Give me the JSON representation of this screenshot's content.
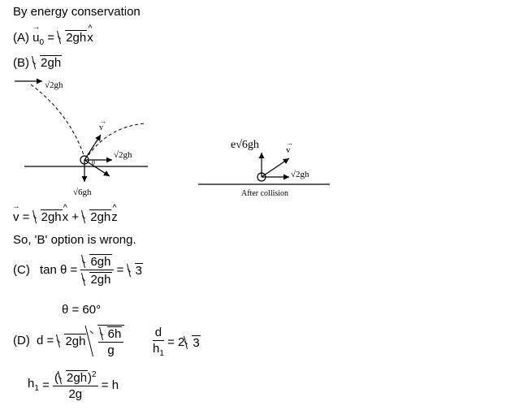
{
  "intro": "By energy conservation",
  "option_a": {
    "label": "(A)",
    "lhs": "u",
    "lhs_sub": "0",
    "eq": "=",
    "rad": "2gh",
    "unit": "x"
  },
  "option_b": {
    "label": "(B)",
    "rad": "2gh"
  },
  "diagram_left": {
    "incoming_label": "2gh",
    "v_label": "v",
    "horizontal_label": "2gh",
    "vertical_label": "6gh",
    "angle_label": "θ"
  },
  "diagram_right": {
    "e_label": "e",
    "e_rad": "6gh",
    "v_label": "v",
    "horizontal_label": "2gh",
    "caption": "After collision"
  },
  "velocity_eq": {
    "lhs": "v",
    "eq": "=",
    "rad1": "2gh",
    "unit1": "x",
    "plus": "+",
    "rad2": "2gh",
    "unit2": "z"
  },
  "b_wrong": "So, 'B' option is wrong.",
  "option_c": {
    "label": "(C)",
    "lhs": "tan θ =",
    "num_rad": "6gh",
    "den_rad": "2gh",
    "eq": "=",
    "result_rad": "3"
  },
  "theta_result": "θ = 60°",
  "option_d": {
    "label": "(D)",
    "lhs": "d =",
    "rad1": "2gh",
    "num_rad": "6h",
    "den": "g",
    "ratio_num": "d",
    "ratio_den": "h",
    "ratio_den_sub": "1",
    "ratio_eq": "= 2",
    "ratio_rad": "3"
  },
  "h1_eq": {
    "lhs": "h",
    "lhs_sub": "1",
    "eq": "=",
    "num_open": "(",
    "num_rad": "2gh",
    "num_close": ")",
    "num_exp": "2",
    "den": "2g",
    "rhs": "= h"
  }
}
